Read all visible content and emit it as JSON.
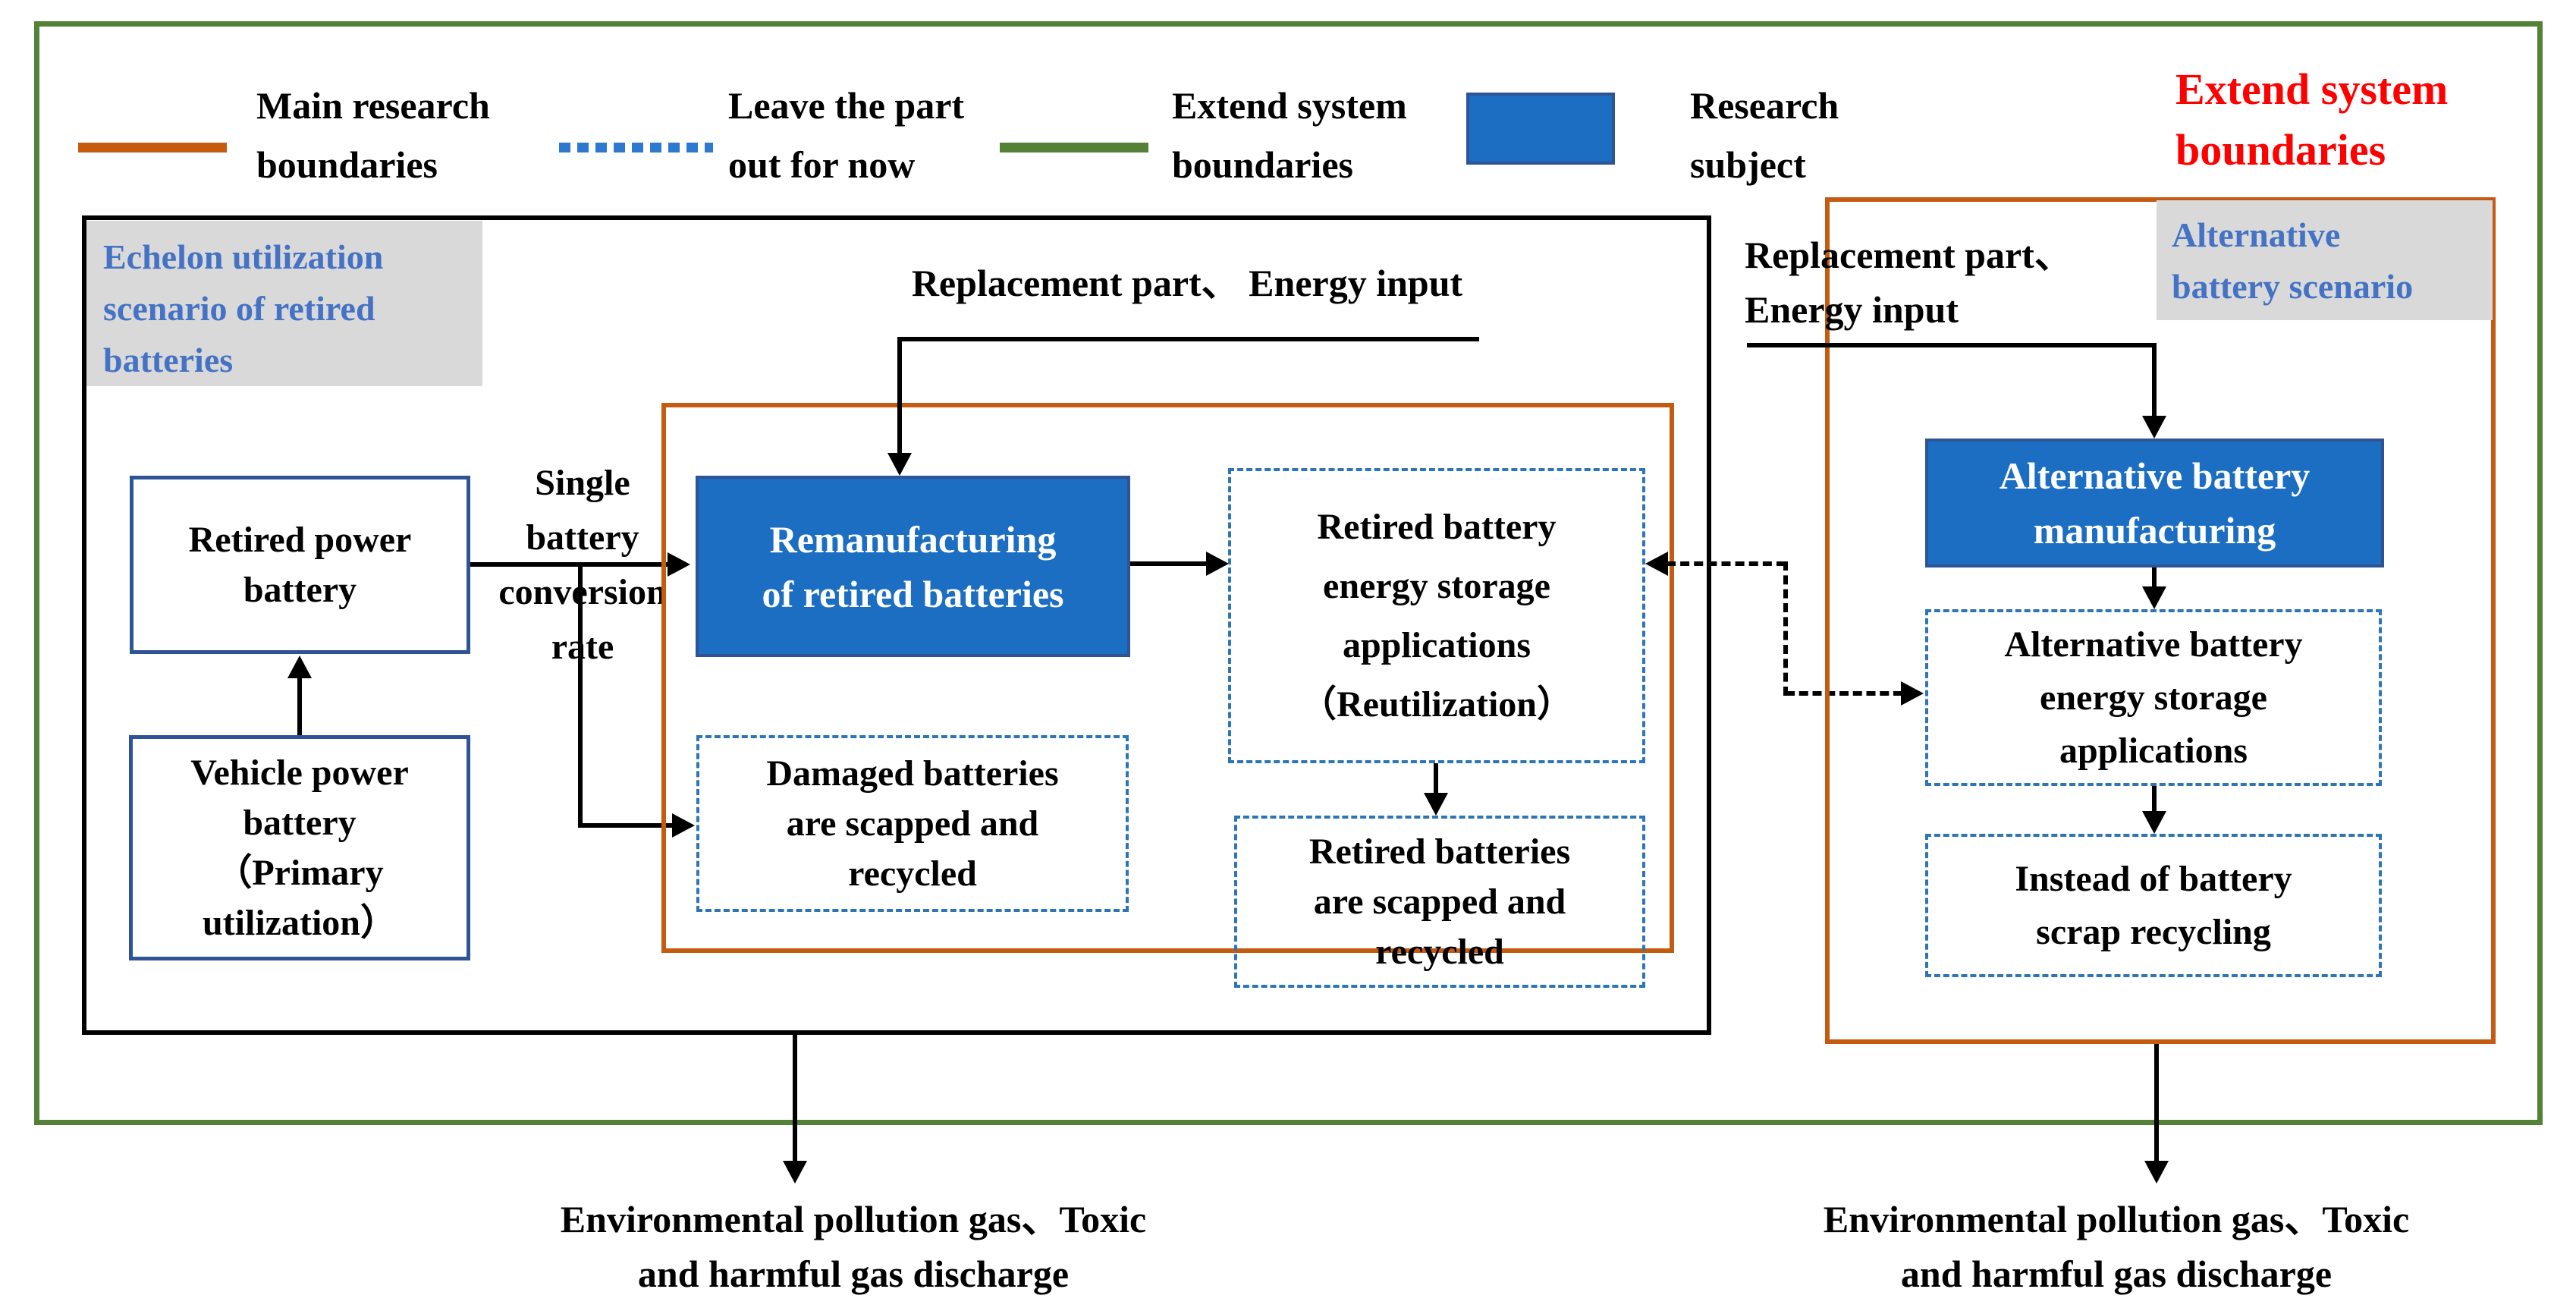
{
  "colors": {
    "main_research_boundary": "#C55A11",
    "extend_system_boundary": "#538135",
    "research_subject_fill": "#1B6EC2",
    "solid_box_border": "#2F5496",
    "dashed_box_border": "#2E75B6",
    "legend_dash_blue": "#2E79D0",
    "scenario_label_bg": "#D9D9D9",
    "scenario_label_text": "#4472C4",
    "extend_note_red": "#FF0000",
    "connector_black": "#000000"
  },
  "legend": {
    "main_research": "Main research\nboundaries",
    "leave_out": "Leave the part\nout for now",
    "extend_system": "Extend system\nboundaries",
    "research_subject": "Research\nsubject",
    "extend_note": "Extend system\nboundaries"
  },
  "echelon": {
    "scenario_label": "Echelon utilization\nscenario of retired\nbatteries",
    "retired_power": "Retired power\nbattery",
    "vehicle_power": "Vehicle power\nbattery\n（Primary\nutilization）",
    "conversion_rate": "Single\nbattery\nconversion\nrate",
    "replacement_input": "Replacement part、 Energy input",
    "remanufacturing": "Remanufacturing\nof retired batteries",
    "reutilization": "Retired battery\nenergy storage\napplications\n（Reutilization）",
    "damaged_scrapped": "Damaged batteries\nare scapped and\nrecycled",
    "retired_scrapped": "Retired batteries\nare scapped and\nrecycled"
  },
  "alternative": {
    "scenario_label": "Alternative\nbattery scenario",
    "replacement_input": "Replacement part、\nEnergy input",
    "manufacturing": "Alternative battery\nmanufacturing",
    "storage_applications": "Alternative battery\nenergy storage\napplications",
    "instead_recycling": "Instead of battery\nscrap recycling"
  },
  "emissions": {
    "left": "Environmental pollution gas、Toxic\nand harmful gas discharge",
    "right": "Environmental pollution gas、Toxic\nand harmful gas discharge"
  }
}
